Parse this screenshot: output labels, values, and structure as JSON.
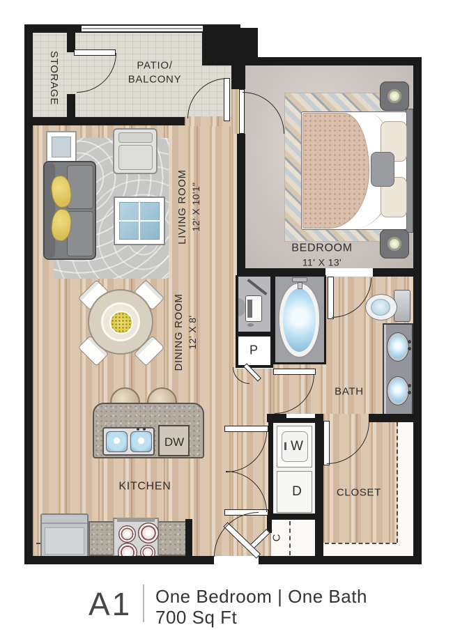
{
  "colors": {
    "wall": "#1a1a1a",
    "wood_floor": "#d7c0a9",
    "stone_floor": "#dedbd2",
    "bedroom_carpet": "#cdc4bd",
    "water_blue": "#9fcbe4",
    "pillow_yellow": "#e8d473"
  },
  "rooms": {
    "storage": {
      "label": "STORAGE"
    },
    "patio": {
      "line1": "PATIO/",
      "line2": "BALCONY"
    },
    "living": {
      "label": "LIVING ROOM",
      "dims": "12' X 10'1\""
    },
    "dining": {
      "label": "DINING ROOM",
      "dims": "12' X 8'"
    },
    "kitchen": {
      "label": "KITCHEN"
    },
    "bedroom": {
      "label": "BEDROOM",
      "dims": "11' X 13'"
    },
    "bath": {
      "label": "BATH"
    },
    "closet": {
      "label": "CLOSET"
    }
  },
  "fixtures": {
    "pantry": "P",
    "washer": "W",
    "dryer": "D",
    "coat_closet": "C",
    "dishwasher": "DW"
  },
  "footer": {
    "plan_code": "A1",
    "description": "One Bedroom | One Bath",
    "area": "700 Sq Ft"
  }
}
